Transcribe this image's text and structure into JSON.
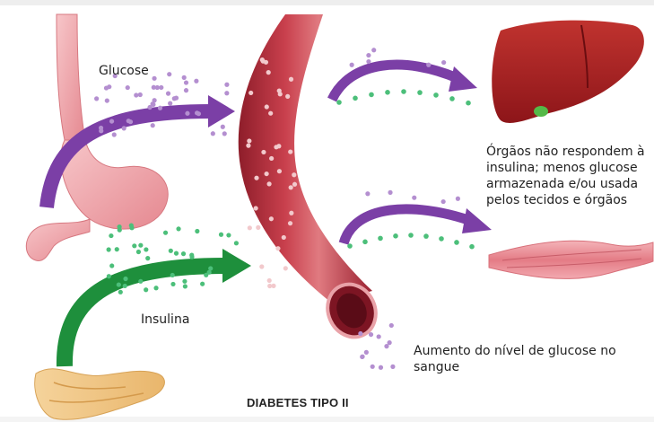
{
  "labels": {
    "glucose": "Glucose",
    "insulin": "Insulina",
    "organs_line1": "Órgãos não respondem à",
    "organs_line2": "insulina; menos glucose",
    "organs_line3": "armazenada e/ou usada",
    "organs_line4": "pelos tecidos e órgãos",
    "blood_line1": "Aumento do nível de glucose no",
    "blood_line2": "sangue",
    "title": "DIABETES TIPO II"
  },
  "colors": {
    "glucose_particle": "#b48fd0",
    "insulin_particle": "#4cbf7a",
    "glucose_arrow": "#7b3fa6",
    "insulin_arrow": "#1e8f3c",
    "vessel": "#b7323f",
    "liver": "#a51c22",
    "muscle": "#e88a92",
    "stomach": "#f0a7ad",
    "pancreas": "#f2c98a"
  },
  "icons": [
    "esophagus-stomach-icon",
    "pancreas-icon",
    "blood-vessel-icon",
    "liver-icon",
    "muscle-icon"
  ]
}
